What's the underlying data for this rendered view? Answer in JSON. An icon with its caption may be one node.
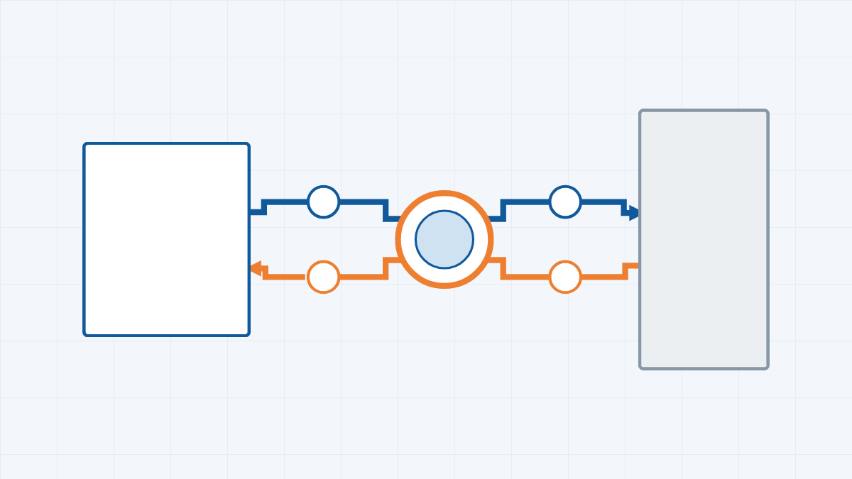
{
  "diagram": {
    "nodes": [
      {
        "text": [],
        "shape": "box"
      },
      {
        "text": [],
        "shape": "circle"
      },
      {
        "text": [],
        "shape": "circle"
      },
      {
        "text": [],
        "shape": "circle"
      },
      {
        "text": [],
        "shape": "circle"
      },
      {
        "text": [],
        "shape": "circle"
      },
      {
        "text": [],
        "shape": "box"
      }
    ],
    "edges": [
      {
        "from": 0,
        "to": 1,
        "arrow": "none",
        "color": "#105a9c"
      },
      {
        "from": 1,
        "to": 3,
        "arrow": "none",
        "color": "#105a9c"
      },
      {
        "from": 3,
        "to": 4,
        "arrow": "none",
        "color": "#105a9c"
      },
      {
        "from": 4,
        "to": 6,
        "arrow": "to",
        "color": "#105a9c"
      },
      {
        "from": 2,
        "to": 0,
        "arrow": "to",
        "color": "#ee7f31"
      },
      {
        "from": 2,
        "to": 3,
        "arrow": "none",
        "color": "#ee7f31"
      },
      {
        "from": 3,
        "to": 5,
        "arrow": "none",
        "color": "#ee7f31"
      },
      {
        "from": 5,
        "to": 6,
        "arrow": "none",
        "color": "#ee7f31"
      }
    ]
  }
}
